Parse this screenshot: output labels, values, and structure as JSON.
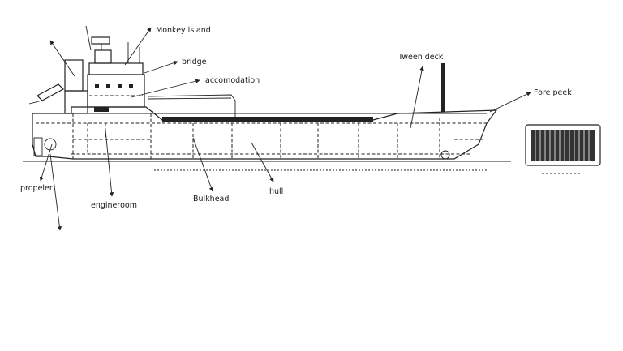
{
  "diagram": {
    "labels": {
      "monkey_island": "Monkey island",
      "bridge": "bridge",
      "accomodation": "accomodation",
      "tween_deck": "Tween deck",
      "fore_peek": "Fore peek",
      "propeler": "propeler",
      "engineroom": "engineroom",
      "bulkhead": "Bulkhead",
      "hull": "hull"
    }
  }
}
